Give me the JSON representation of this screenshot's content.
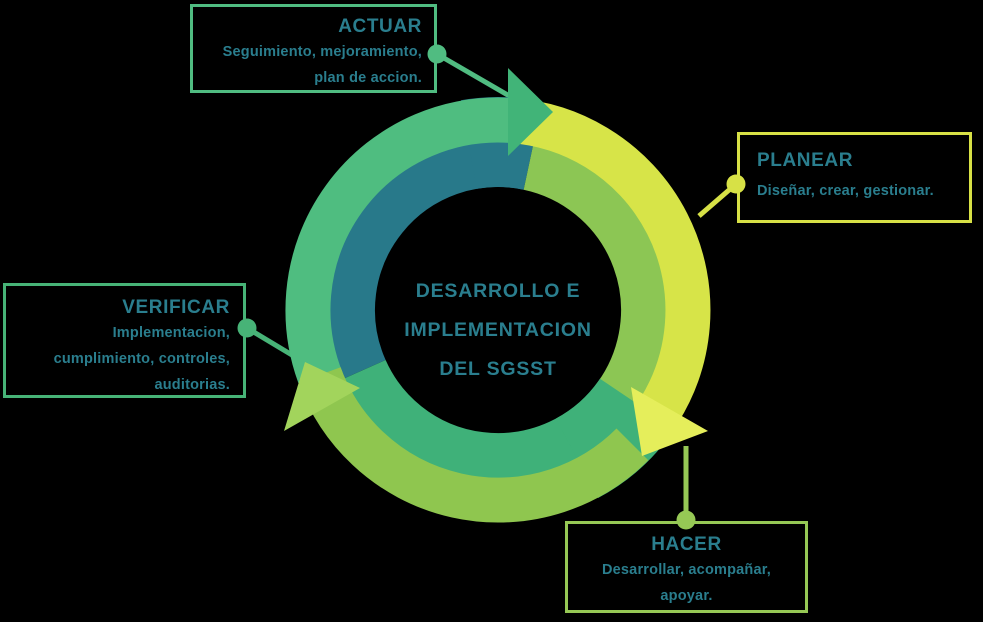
{
  "background_color": "#000000",
  "text_color": "#2A7E8E",
  "center": {
    "line1": "DESARROLLO E",
    "line2": "IMPLEMENTACION",
    "line3": "DEL SGSST"
  },
  "boxes": {
    "actuar": {
      "title": "ACTUAR",
      "lines": [
        "Seguimiento, mejoramiento,",
        "plan de accion."
      ],
      "accent": "#50BC81"
    },
    "planear": {
      "title": "PLANEAR",
      "lines": [
        "Diseñar, crear, gestionar."
      ],
      "accent": "#D7E146"
    },
    "verificar": {
      "title": "VERIFICAR",
      "lines": [
        "Implementacion,",
        "cumplimiento, controles,",
        "auditorias."
      ],
      "accent": "#47B377"
    },
    "hacer": {
      "title": "HACER",
      "lines": [
        "Desarrollar, acompañar,",
        "apoyar."
      ],
      "accent": "#96C855"
    }
  },
  "ring": {
    "actuar_segment": "#4FBD80",
    "actuar_inner_shadow": "#28798A",
    "actuar_arrowhead": "#41B478",
    "planear_segment": "#D7E448",
    "planear_inner_shadow": "#8CC654",
    "planear_arrowhead": "#E5EE5B",
    "hacer_segment": "#8FC64F",
    "hacer_inner_shadow": "#3FB179",
    "hacer_arrowhead": "#A2D45C",
    "connector_actuar": "#50BC81",
    "connector_planear": "#D7E146",
    "connector_verificar": "#47B377",
    "connector_hacer": "#96C855"
  }
}
